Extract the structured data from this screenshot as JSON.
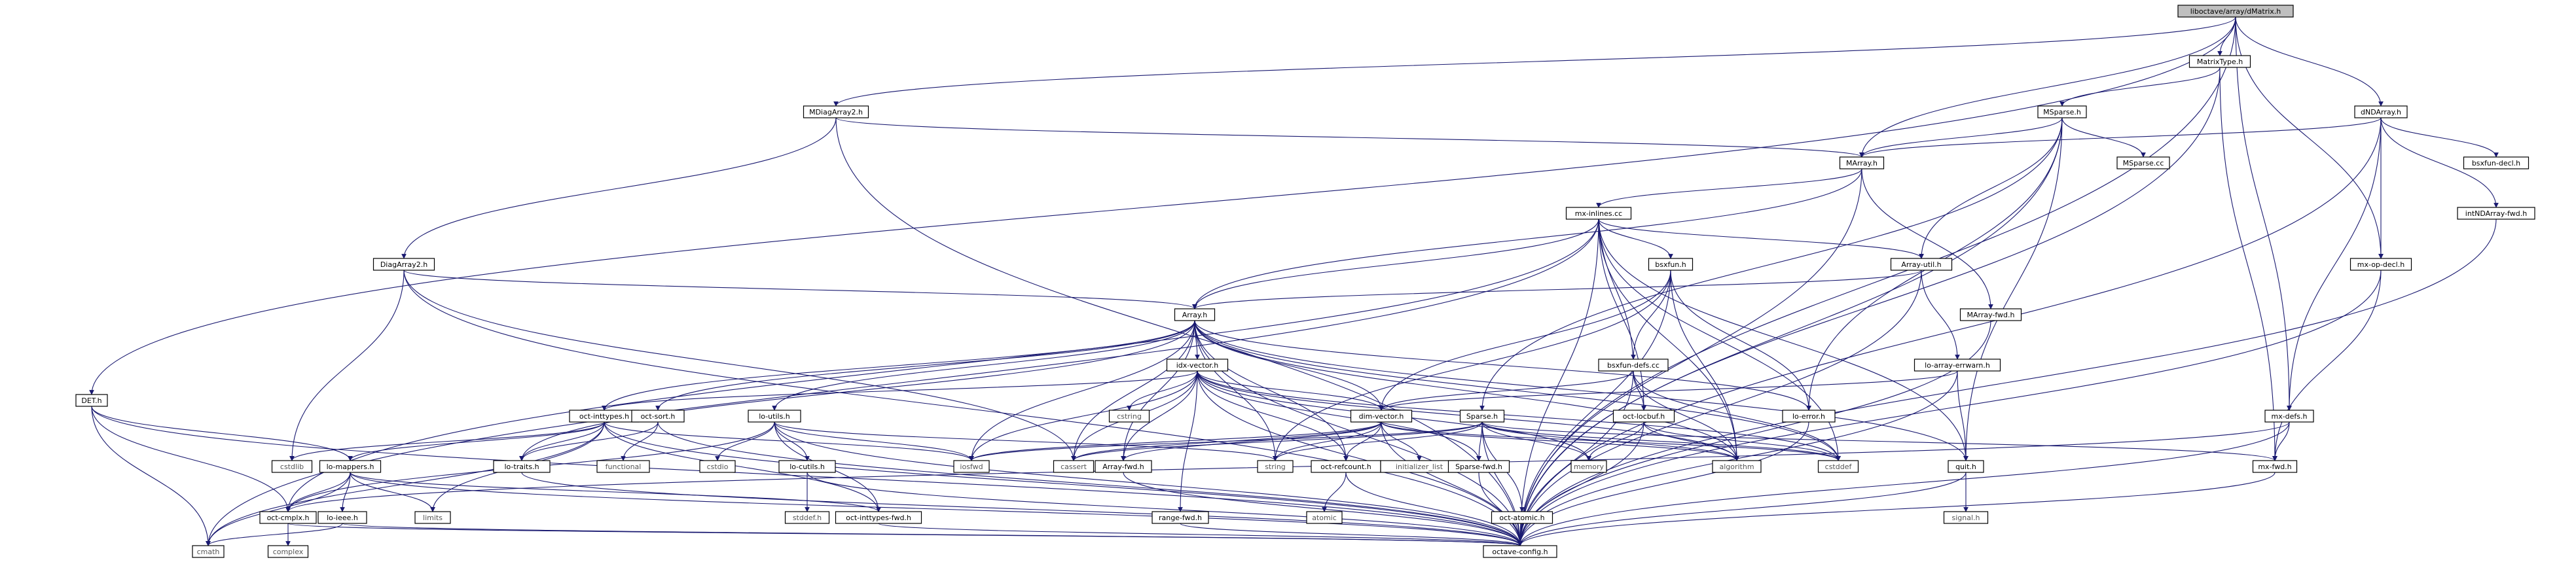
{
  "graph": {
    "root": "liboctave/array/dMatrix.h",
    "colors": {
      "root_fill": "#bfbfbf",
      "node_fill": "#ffffff",
      "border": "#000000",
      "edge": "#191970",
      "external_text": "#555555"
    },
    "nodes": [
      {
        "id": "root",
        "label": "liboctave/array/dMatrix.h",
        "kind": "root"
      },
      {
        "id": "det",
        "label": "DET.h",
        "kind": "file"
      },
      {
        "id": "mdiag",
        "label": "MDiagArray2.h",
        "kind": "file"
      },
      {
        "id": "matrixtype",
        "label": "MatrixType.h",
        "kind": "file"
      },
      {
        "id": "dndarray",
        "label": "dNDArray.h",
        "kind": "file"
      },
      {
        "id": "msparse",
        "label": "MSparse.h",
        "kind": "file"
      },
      {
        "id": "marray",
        "label": "MArray.h",
        "kind": "file"
      },
      {
        "id": "msparsecc",
        "label": "MSparse.cc",
        "kind": "file"
      },
      {
        "id": "bsxdecl",
        "label": "bsxfun-decl.h",
        "kind": "file"
      },
      {
        "id": "intnd",
        "label": "intNDArray-fwd.h",
        "kind": "file"
      },
      {
        "id": "diagarray2",
        "label": "DiagArray2.h",
        "kind": "file"
      },
      {
        "id": "mxinlines",
        "label": "mx-inlines.cc",
        "kind": "file"
      },
      {
        "id": "arrayutil",
        "label": "Array-util.h",
        "kind": "file"
      },
      {
        "id": "mxopdecl",
        "label": "mx-op-decl.h",
        "kind": "file"
      },
      {
        "id": "marrayfwd",
        "label": "MArray-fwd.h",
        "kind": "file"
      },
      {
        "id": "bsxfun",
        "label": "bsxfun.h",
        "kind": "file"
      },
      {
        "id": "array",
        "label": "Array.h",
        "kind": "file"
      },
      {
        "id": "loarrayerrwarn",
        "label": "lo-array-errwarn.h",
        "kind": "file"
      },
      {
        "id": "idxvector",
        "label": "idx-vector.h",
        "kind": "file"
      },
      {
        "id": "bsxdefs",
        "label": "bsxfun-defs.cc",
        "kind": "file"
      },
      {
        "id": "octinttypes",
        "label": "oct-inttypes.h",
        "kind": "file"
      },
      {
        "id": "octsort",
        "label": "oct-sort.h",
        "kind": "file"
      },
      {
        "id": "loutils",
        "label": "lo-utils.h",
        "kind": "file"
      },
      {
        "id": "cstring",
        "label": "cstring",
        "kind": "system"
      },
      {
        "id": "dimvector",
        "label": "dim-vector.h",
        "kind": "file"
      },
      {
        "id": "sparse",
        "label": "Sparse.h",
        "kind": "file"
      },
      {
        "id": "octlocbuf",
        "label": "oct-locbuf.h",
        "kind": "file"
      },
      {
        "id": "loerror",
        "label": "lo-error.h",
        "kind": "file"
      },
      {
        "id": "mxdefs",
        "label": "mx-defs.h",
        "kind": "file"
      },
      {
        "id": "detmappers",
        "label": "lo-mappers.h",
        "kind": "file"
      },
      {
        "id": "cstdlib",
        "label": "cstdlib",
        "kind": "system"
      },
      {
        "id": "functional",
        "label": "functional",
        "kind": "system"
      },
      {
        "id": "lotraits",
        "label": "lo-traits.h",
        "kind": "file"
      },
      {
        "id": "cstdio",
        "label": "cstdio",
        "kind": "system"
      },
      {
        "id": "locutils",
        "label": "lo-cutils.h",
        "kind": "file"
      },
      {
        "id": "iosfwd",
        "label": "iosfwd",
        "kind": "system"
      },
      {
        "id": "cassert",
        "label": "cassert",
        "kind": "system"
      },
      {
        "id": "arrayfwd",
        "label": "Array-fwd.h",
        "kind": "file"
      },
      {
        "id": "string",
        "label": "string",
        "kind": "system"
      },
      {
        "id": "octrefcount",
        "label": "oct-refcount.h",
        "kind": "file"
      },
      {
        "id": "initlist",
        "label": "initializer_list",
        "kind": "system"
      },
      {
        "id": "sparsefwd",
        "label": "Sparse-fwd.h",
        "kind": "file"
      },
      {
        "id": "memory",
        "label": "memory",
        "kind": "system"
      },
      {
        "id": "algorithm",
        "label": "algorithm",
        "kind": "system"
      },
      {
        "id": "cstddef",
        "label": "cstddef",
        "kind": "system"
      },
      {
        "id": "quit",
        "label": "quit.h",
        "kind": "file"
      },
      {
        "id": "mxfwd",
        "label": "mx-fwd.h",
        "kind": "file"
      },
      {
        "id": "loieee",
        "label": "lo-ieee.h",
        "kind": "file"
      },
      {
        "id": "limits",
        "label": "limits",
        "kind": "system"
      },
      {
        "id": "octcmplx",
        "label": "oct-cmplx.h",
        "kind": "file"
      },
      {
        "id": "octinttypesfwd",
        "label": "oct-inttypes-fwd.h",
        "kind": "file"
      },
      {
        "id": "rangefwd",
        "label": "range-fwd.h",
        "kind": "file"
      },
      {
        "id": "stddef",
        "label": "stddef.h",
        "kind": "system"
      },
      {
        "id": "atomic",
        "label": "atomic",
        "kind": "system"
      },
      {
        "id": "octatomic",
        "label": "oct-atomic.h",
        "kind": "file"
      },
      {
        "id": "signal",
        "label": "signal.h",
        "kind": "system"
      },
      {
        "id": "cmath",
        "label": "cmath",
        "kind": "system"
      },
      {
        "id": "complex",
        "label": "complex",
        "kind": "system"
      },
      {
        "id": "octaveconfig",
        "label": "octave-config.h",
        "kind": "file"
      }
    ],
    "edges": [
      [
        "root",
        "det"
      ],
      [
        "root",
        "mdiag"
      ],
      [
        "root",
        "matrixtype"
      ],
      [
        "root",
        "dndarray"
      ],
      [
        "root",
        "marray"
      ],
      [
        "root",
        "mxdefs"
      ],
      [
        "root",
        "mxopdecl"
      ],
      [
        "root",
        "octaveconfig"
      ],
      [
        "matrixtype",
        "msparse"
      ],
      [
        "matrixtype",
        "mxfwd"
      ],
      [
        "matrixtype",
        "octaveconfig"
      ],
      [
        "dndarray",
        "marray"
      ],
      [
        "dndarray",
        "bsxdecl"
      ],
      [
        "dndarray",
        "intnd"
      ],
      [
        "dndarray",
        "mxopdecl"
      ],
      [
        "dndarray",
        "mxdefs"
      ],
      [
        "dndarray",
        "octaveconfig"
      ],
      [
        "mdiag",
        "diagarray2"
      ],
      [
        "mdiag",
        "marray"
      ],
      [
        "mdiag",
        "octaveconfig"
      ],
      [
        "msparse",
        "marray"
      ],
      [
        "msparse",
        "msparsecc"
      ],
      [
        "msparse",
        "sparse"
      ],
      [
        "msparse",
        "arrayutil"
      ],
      [
        "msparse",
        "loerror"
      ],
      [
        "msparse",
        "quit"
      ],
      [
        "msparse",
        "octaveconfig"
      ],
      [
        "marray",
        "array"
      ],
      [
        "marray",
        "mxinlines"
      ],
      [
        "marray",
        "marrayfwd"
      ],
      [
        "marray",
        "octaveconfig"
      ],
      [
        "intnd",
        "octaveconfig"
      ],
      [
        "diagarray2",
        "array"
      ],
      [
        "diagarray2",
        "cassert"
      ],
      [
        "diagarray2",
        "cstdlib"
      ],
      [
        "diagarray2",
        "octaveconfig"
      ],
      [
        "mxinlines",
        "array"
      ],
      [
        "mxinlines",
        "arrayutil"
      ],
      [
        "mxinlines",
        "bsxfun"
      ],
      [
        "mxinlines",
        "octcmplx"
      ],
      [
        "mxinlines",
        "quit"
      ],
      [
        "mxinlines",
        "octlocbuf"
      ],
      [
        "mxinlines",
        "cstddef"
      ],
      [
        "mxinlines",
        "cmath"
      ],
      [
        "mxinlines",
        "algorithm"
      ],
      [
        "mxinlines",
        "octaveconfig"
      ],
      [
        "arrayutil",
        "array"
      ],
      [
        "arrayutil",
        "loarrayerrwarn"
      ],
      [
        "arrayutil",
        "octaveconfig"
      ],
      [
        "mxopdecl",
        "mxfwd"
      ],
      [
        "mxopdecl",
        "octaveconfig"
      ],
      [
        "marrayfwd",
        "octaveconfig"
      ],
      [
        "bsxfun",
        "dimvector"
      ],
      [
        "bsxfun",
        "loerror"
      ],
      [
        "bsxfun",
        "string"
      ],
      [
        "bsxfun",
        "algorithm"
      ],
      [
        "bsxfun",
        "bsxdefs"
      ],
      [
        "bsxfun",
        "octaveconfig"
      ],
      [
        "bsxdefs",
        "mxinlines"
      ],
      [
        "bsxdefs",
        "dimvector"
      ],
      [
        "bsxdefs",
        "octlocbuf"
      ],
      [
        "bsxdefs",
        "algorithm"
      ],
      [
        "bsxdefs",
        "cstddef"
      ],
      [
        "bsxdefs",
        "octaveconfig"
      ],
      [
        "array",
        "idxvector"
      ],
      [
        "array",
        "dimvector"
      ],
      [
        "array",
        "octsort"
      ],
      [
        "array",
        "octinttypes"
      ],
      [
        "array",
        "loutils"
      ],
      [
        "array",
        "loerror"
      ],
      [
        "array",
        "lotraits"
      ],
      [
        "array",
        "quit"
      ],
      [
        "array",
        "arrayfwd"
      ],
      [
        "array",
        "octrefcount"
      ],
      [
        "array",
        "cassert"
      ],
      [
        "array",
        "iosfwd"
      ],
      [
        "array",
        "string"
      ],
      [
        "array",
        "algorithm"
      ],
      [
        "array",
        "cstddef"
      ],
      [
        "array",
        "octaveconfig"
      ],
      [
        "loarrayerrwarn",
        "dimvector"
      ],
      [
        "loarrayerrwarn",
        "quit"
      ],
      [
        "loarrayerrwarn",
        "octaveconfig"
      ],
      [
        "idxvector",
        "dimvector"
      ],
      [
        "idxvector",
        "octinttypes"
      ],
      [
        "idxvector",
        "octrefcount"
      ],
      [
        "idxvector",
        "rangefwd"
      ],
      [
        "idxvector",
        "arrayfwd"
      ],
      [
        "idxvector",
        "sparsefwd"
      ],
      [
        "idxvector",
        "cstring"
      ],
      [
        "idxvector",
        "cassert"
      ],
      [
        "idxvector",
        "iosfwd"
      ],
      [
        "idxvector",
        "memory"
      ],
      [
        "idxvector",
        "algorithm"
      ],
      [
        "idxvector",
        "cstddef"
      ],
      [
        "idxvector",
        "octaveconfig"
      ],
      [
        "dimvector",
        "octrefcount"
      ],
      [
        "dimvector",
        "arrayfwd"
      ],
      [
        "dimvector",
        "initlist"
      ],
      [
        "dimvector",
        "string"
      ],
      [
        "dimvector",
        "cassert"
      ],
      [
        "dimvector",
        "iosfwd"
      ],
      [
        "dimvector",
        "algorithm"
      ],
      [
        "dimvector",
        "cstddef"
      ],
      [
        "dimvector",
        "octaveconfig"
      ],
      [
        "octinttypes",
        "detmappers"
      ],
      [
        "octinttypes",
        "lotraits"
      ],
      [
        "octinttypes",
        "octinttypesfwd"
      ],
      [
        "octinttypes",
        "cmath"
      ],
      [
        "octinttypes",
        "cstdlib"
      ],
      [
        "octinttypes",
        "iosfwd"
      ],
      [
        "octinttypes",
        "limits"
      ],
      [
        "octinttypes",
        "octaveconfig"
      ],
      [
        "octsort",
        "lotraits"
      ],
      [
        "octsort",
        "functional"
      ],
      [
        "octsort",
        "octaveconfig"
      ],
      [
        "loutils",
        "locutils"
      ],
      [
        "loutils",
        "octcmplx"
      ],
      [
        "loutils",
        "octinttypesfwd"
      ],
      [
        "loutils",
        "cstdio"
      ],
      [
        "loutils",
        "iosfwd"
      ],
      [
        "loutils",
        "string"
      ],
      [
        "loutils",
        "octaveconfig"
      ],
      [
        "sparse",
        "sparsefwd"
      ],
      [
        "sparse",
        "octatomic"
      ],
      [
        "sparse",
        "mxfwd"
      ],
      [
        "sparse",
        "cassert"
      ],
      [
        "sparse",
        "memory"
      ],
      [
        "sparse",
        "algorithm"
      ],
      [
        "sparse",
        "cstddef"
      ],
      [
        "sparse",
        "iosfwd"
      ],
      [
        "sparse",
        "string"
      ],
      [
        "sparse",
        "octaveconfig"
      ],
      [
        "octlocbuf",
        "algorithm"
      ],
      [
        "octlocbuf",
        "cstddef"
      ],
      [
        "octlocbuf",
        "memory"
      ],
      [
        "octlocbuf",
        "octaveconfig"
      ],
      [
        "loerror",
        "octaveconfig"
      ],
      [
        "mxdefs",
        "mxfwd"
      ],
      [
        "mxdefs",
        "octcmplx"
      ],
      [
        "mxdefs",
        "octaveconfig"
      ],
      [
        "det",
        "detmappers"
      ],
      [
        "det",
        "octcmplx"
      ],
      [
        "det",
        "cmath"
      ],
      [
        "det",
        "octaveconfig"
      ],
      [
        "detmappers",
        "loieee"
      ],
      [
        "detmappers",
        "octcmplx"
      ],
      [
        "detmappers",
        "octinttypesfwd"
      ],
      [
        "detmappers",
        "limits"
      ],
      [
        "detmappers",
        "cmath"
      ],
      [
        "detmappers",
        "octaveconfig"
      ],
      [
        "lotraits",
        "octaveconfig"
      ],
      [
        "locutils",
        "stddef"
      ],
      [
        "locutils",
        "octaveconfig"
      ],
      [
        "arrayfwd",
        "octaveconfig"
      ],
      [
        "octrefcount",
        "atomic"
      ],
      [
        "octrefcount",
        "octaveconfig"
      ],
      [
        "sparsefwd",
        "octaveconfig"
      ],
      [
        "quit",
        "signal"
      ],
      [
        "quit",
        "octaveconfig"
      ],
      [
        "mxfwd",
        "octaveconfig"
      ],
      [
        "loieee",
        "cmath"
      ],
      [
        "loieee",
        "octaveconfig"
      ],
      [
        "octcmplx",
        "complex"
      ],
      [
        "octcmplx",
        "octaveconfig"
      ],
      [
        "octinttypesfwd",
        "octaveconfig"
      ],
      [
        "rangefwd",
        "octaveconfig"
      ],
      [
        "octatomic",
        "octaveconfig"
      ]
    ]
  }
}
